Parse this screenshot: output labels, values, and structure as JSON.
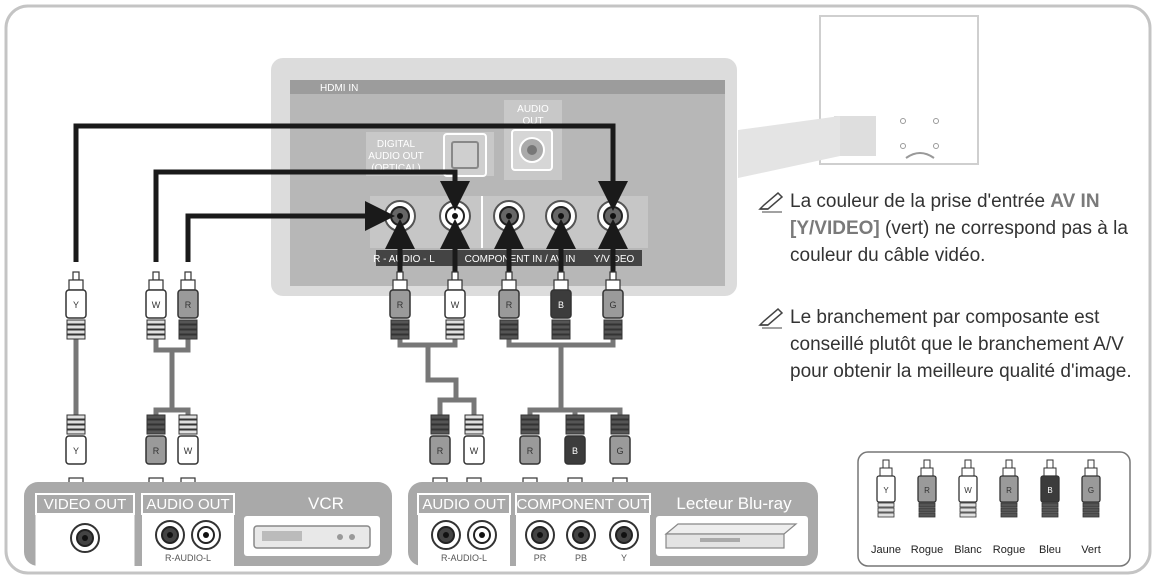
{
  "tv_panel": {
    "hdmi_label": "HDMI IN",
    "audio_out_label": "AUDIO\nOUT",
    "digital_label": "DIGITAL\nAUDIO OUT\n(OPTICAL)",
    "audio_label": "R - AUDIO - L",
    "component_label": "COMPONENT IN / AV IN",
    "video_label": "Y/VIDEO"
  },
  "devices": {
    "vcr": {
      "name": "VCR",
      "video_out_label": "VIDEO OUT",
      "audio_out_label": "AUDIO OUT",
      "audio_sub_label": "R-AUDIO-L"
    },
    "bluray": {
      "name": "Lecteur Blu-ray",
      "audio_out_label": "AUDIO OUT",
      "audio_sub_label": "R-AUDIO-L",
      "component_out_label": "COMPONENT OUT",
      "component_sub_labels": [
        "PR",
        "PB",
        "Y"
      ]
    }
  },
  "plug_letters": {
    "vcr_top": [
      "Y",
      "W",
      "R"
    ],
    "vcr_bottom": [
      "Y",
      "R",
      "W"
    ],
    "panel_top": [
      "R",
      "W",
      "R",
      "B",
      "G"
    ],
    "bluray_bottom": [
      "R",
      "W",
      "R",
      "B",
      "G"
    ]
  },
  "notes": [
    {
      "before": "La couleur de la prise d'entrée ",
      "highlight": "AV IN [Y/VIDEO]",
      "after": " (vert) ne correspond pas à la couleur du câble vidéo."
    },
    {
      "before": "Le branchement par composante est conseillé plutôt que le branchement A/V pour obtenir la meilleure qualité d'image.",
      "highlight": "",
      "after": ""
    }
  ],
  "legend": {
    "items": [
      {
        "letter": "Y",
        "label": "Jaune",
        "fill": "#ffffff"
      },
      {
        "letter": "R",
        "label": "Rogue",
        "fill": "#9a9a9a"
      },
      {
        "letter": "W",
        "label": "Blanc",
        "fill": "#ffffff"
      },
      {
        "letter": "R",
        "label": "Rogue",
        "fill": "#9a9a9a"
      },
      {
        "letter": "B",
        "label": "Bleu",
        "fill": "#3c3c3c"
      },
      {
        "letter": "G",
        "label": "Vert",
        "fill": "#9a9a9a"
      }
    ]
  },
  "colors": {
    "frame": "#bdbdbd",
    "panel": "#d9d9d9",
    "panel_inner": "#a9a9a9",
    "device_bar": "#a9a9a9",
    "cable": "#777777",
    "arrow": "#1a1a1a",
    "highlight_text": "#7a7a7a"
  }
}
